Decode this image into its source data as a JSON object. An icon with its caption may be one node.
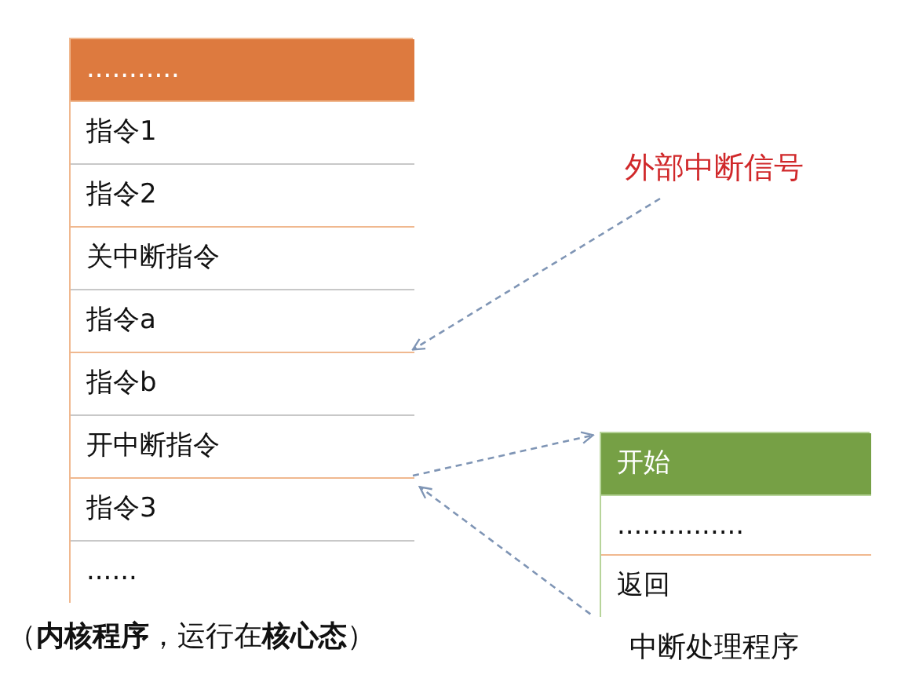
{
  "diagram": {
    "nodes": [
      {
        "text": [
          "（**内核程序**，运行在**核心态**）"
        ]
      },
      {
        "text": [
          "..........."
        ],
        "in": 0
      },
      {
        "text": [
          "指令1"
        ],
        "in": 0
      },
      {
        "text": [
          "指令2"
        ],
        "in": 0
      },
      {
        "text": [
          "关中断指令"
        ],
        "in": 0
      },
      {
        "text": [
          "指令a"
        ],
        "in": 0
      },
      {
        "text": [
          "指令b"
        ],
        "in": 0
      },
      {
        "text": [
          "开中断指令"
        ],
        "in": 0
      },
      {
        "text": [
          "指令3"
        ],
        "in": 0
      },
      {
        "text": [
          "......"
        ],
        "in": 0
      },
      {
        "text": [
          "外部中断信号"
        ]
      },
      {
        "text": [
          "中断处理程序"
        ]
      },
      {
        "text": [
          "开始"
        ],
        "in": 11
      },
      {
        "text": [
          "..............."
        ],
        "in": 11
      },
      {
        "text": [
          "返回"
        ],
        "in": 11
      }
    ],
    "edges": [
      {
        "from": 10,
        "to": 0,
        "arrow": "to",
        "style": "dashed"
      },
      {
        "from": 0,
        "to": 12,
        "arrow": "to",
        "style": "dashed"
      },
      {
        "from": 14,
        "to": 0,
        "arrow": "to",
        "style": "dashed"
      }
    ]
  }
}
